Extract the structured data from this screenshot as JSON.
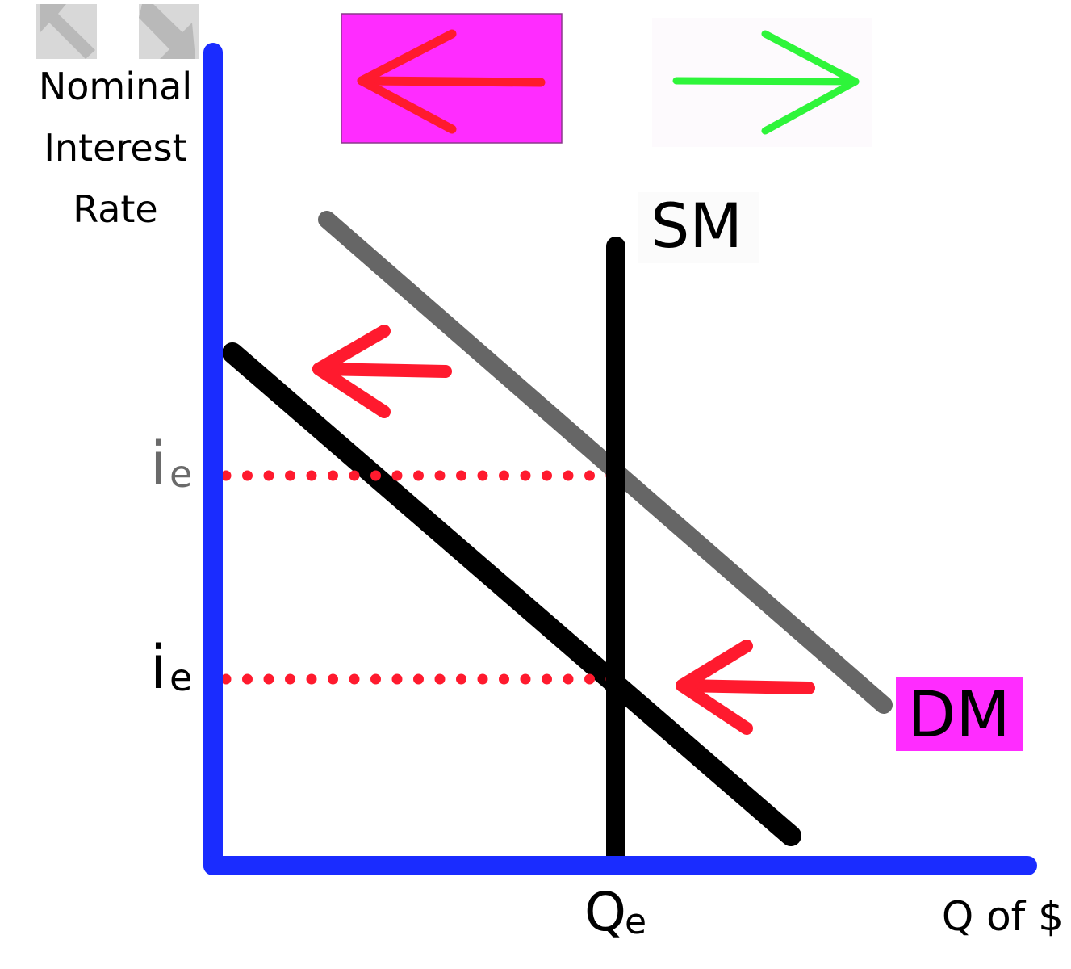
{
  "toolbar": {
    "collapse_icon": "arrows-in-icon",
    "expand_icon": "arrows-out-icon",
    "shift_left_icon": "arrow-left-icon",
    "shift_right_icon": "arrow-right-icon"
  },
  "axes": {
    "y_label_lines": [
      "Nominal",
      "Interest",
      "Rate"
    ],
    "x_label": "Q of $",
    "x_marker": "Q",
    "x_marker_sub": "e",
    "y_marker_upper": "i",
    "y_marker_upper_sub": "e",
    "y_marker_lower": "i",
    "y_marker_lower_sub": "e"
  },
  "curves": {
    "supply_label": "SM",
    "demand_label": "DM"
  },
  "colors": {
    "axis": "#1a2cff",
    "supply": "#000000",
    "demand_new": "#000000",
    "demand_old": "#666666",
    "guide": "#ff1a2e",
    "shift_arrow": "#ff1a2e",
    "right_arrow": "#2ef53a",
    "highlight": "#ff2cff",
    "toolbar_icon": "#c4c4c4"
  }
}
